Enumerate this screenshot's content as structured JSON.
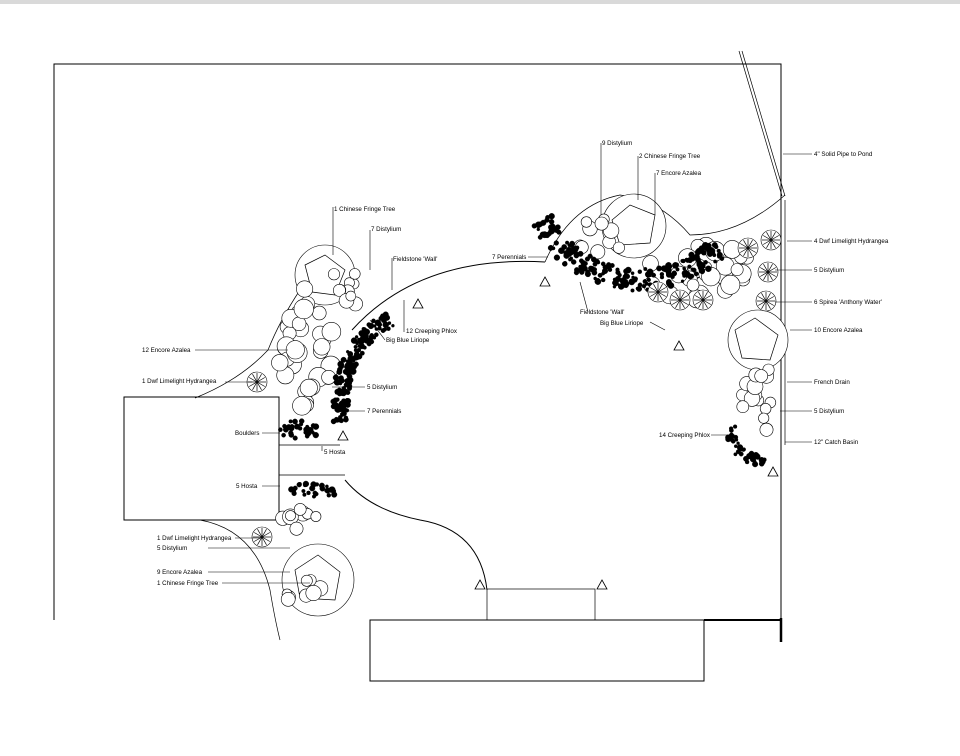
{
  "plan": {
    "labels": {
      "chinese_fringe_tree_w": "1 Chinese Fringe Tree",
      "distylium_w": "7 Distylium",
      "fieldstone_w": "Fieldstone 'Wall'",
      "creeping_phlox_w": "12 Creeping Phlox",
      "liriope_w": "Big Blue Liriope",
      "encore_azalea_w": "12 Encore Azalea",
      "hydrangea_w": "1 Dwf Limelight Hydrangea",
      "distylium_w2": "5 Distylium",
      "perennials_w": "7 Perennials",
      "boulders": "Boulders",
      "hosta_upper": "5 Hosta",
      "hosta_lower": "5 Hosta",
      "hydrangea_sw": "1 Dwf Limelight Hydrangea",
      "distylium_sw": "5 Distylium",
      "encore_azalea_sw": "9 Encore Azalea",
      "chinese_fringe_tree_sw": "1 Chinese Fringe Tree",
      "perennials_e": "7 Perennials",
      "fieldstone_e": "Fieldstone 'Wall'",
      "liriope_e": "Big Blue Liriope",
      "distylium_e": "9 Distylium",
      "chinese_fringe_tree_e": "2 Chinese Fringe Tree",
      "encore_azalea_e": "7 Encore Azalea",
      "solid_pipe": "4\" Solid Pipe to Pond",
      "hydrangea_e": "4 Dwf Limelight Hydrangea",
      "distylium_e2": "5 Distylium",
      "spirea": "6 Spirea 'Anthony Water'",
      "encore_azalea_e2": "10 Encore Azalea",
      "french_drain": "French Drain",
      "distylium_e3": "5 Distylium",
      "catch_basin": "12\" Catch Basin",
      "creeping_phlox_e": "14 Creeping Phlox"
    }
  }
}
